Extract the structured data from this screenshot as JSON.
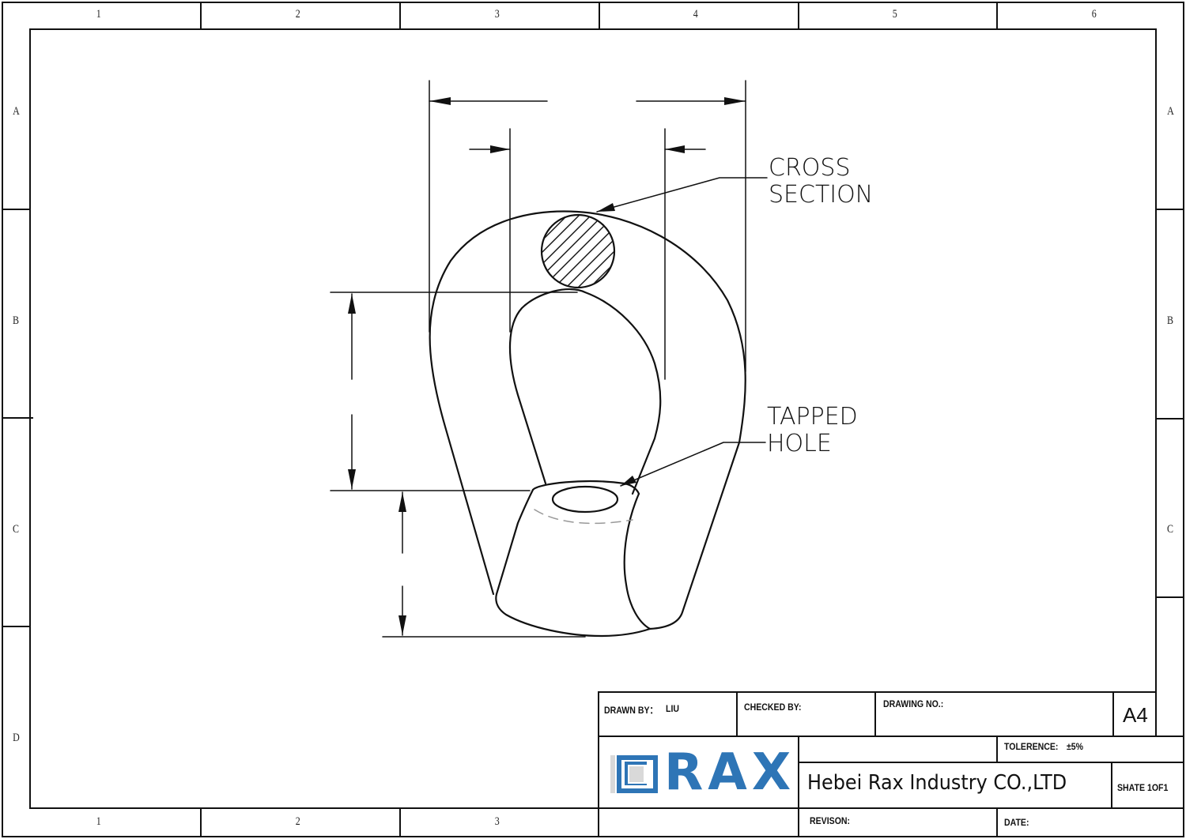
{
  "sheet": {
    "columns": [
      "1",
      "2",
      "3",
      "4",
      "5",
      "6"
    ],
    "rows": [
      "A",
      "B",
      "C",
      "D"
    ],
    "bottom_columns": [
      "1",
      "2",
      "3"
    ]
  },
  "drawing": {
    "subject": "eye nut",
    "callouts": {
      "cross_section_line1": "CROSS",
      "cross_section_line2": "SECTION",
      "tapped_hole_line1": "TAPPED",
      "tapped_hole_line2": "HOLE"
    }
  },
  "title_block": {
    "drawn_by_label": "DRAWN BY：",
    "drawn_by_value": "LIU",
    "checked_by_label": "CHECKED BY:",
    "drawing_no_label": "DRAWING NO.:",
    "sheet_size": "A4",
    "tolerance_label": "TOLERENCE:",
    "tolerance_value": "±5%",
    "company_name": "Hebei Rax Industry CO.,LTD",
    "sheet_info": "SHATE 1OF1",
    "revision_label": "REVISON:",
    "date_label": "DATE:",
    "logo_text": "RAX",
    "logo_color": "#2E75B6"
  }
}
